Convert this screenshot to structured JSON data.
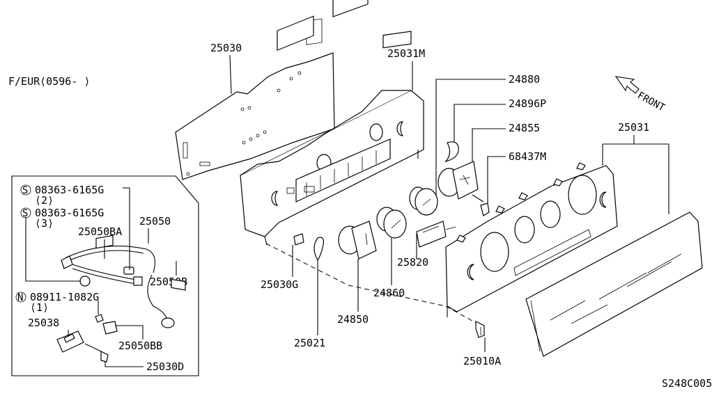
{
  "header": {
    "variant": "F/EUR⟨0596-     ⟩"
  },
  "footer": {
    "drawing_code": "S248C005"
  },
  "direction": {
    "front": "FRONT"
  },
  "parts": {
    "p25030": "25030",
    "p25031M": "25031M",
    "p24880": "24880",
    "p24896P": "24896P",
    "p24855": "24855",
    "p68437M": "68437M",
    "p25031": "25031",
    "p25820": "25820",
    "p24860": "24860",
    "p24850": "24850",
    "p25030G": "25030G",
    "p25021": "25021",
    "p25010A": "25010A"
  },
  "inset": {
    "screw1": "08363-6165G",
    "screw1_qty": "⟨2⟩",
    "screw2": "08363-6165G",
    "screw2_qty": "⟨3⟩",
    "harness": "25050",
    "clip_ba": "25050BA",
    "clip_b": "25050B",
    "nut": "08911-1082G",
    "nut_qty": "⟨1⟩",
    "switch": "25038",
    "clip_bb": "25050BB",
    "screw_d": "25030D",
    "marker_s": "S",
    "marker_n": "N"
  }
}
